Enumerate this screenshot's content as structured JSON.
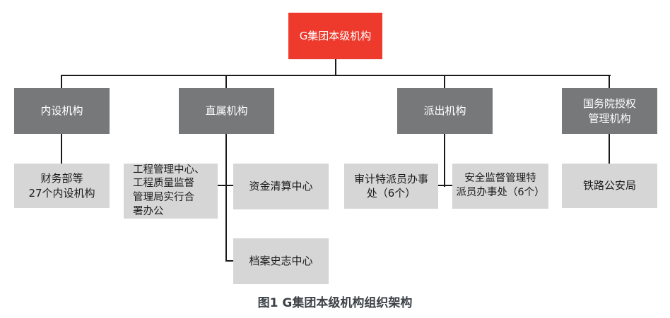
{
  "figure": {
    "caption": "图1 G集团本级机构组织架构"
  },
  "colors": {
    "root_bg": "#ed3a2d",
    "branch_bg": "#77787a",
    "leaf_bg": "#d6d6d6",
    "line": "#1a1a1a",
    "caption_text": "#3d4247",
    "leaf_text": "#1c1c1c"
  },
  "org": {
    "root": {
      "label": "G集团本级机构"
    },
    "branches": [
      {
        "label": "内设机构",
        "children": [
          {
            "label": "财务部等\n27个内设机构"
          }
        ]
      },
      {
        "label": "直属机构",
        "children": [
          {
            "label": "工程管理中心、\n工程质量监督\n管理局实行合\n署办公"
          },
          {
            "label": "资金清算中心"
          },
          {
            "label": "档案史志中心"
          }
        ]
      },
      {
        "label": "派出机构",
        "children": [
          {
            "label": "审计特派员办事\n处（6个）"
          },
          {
            "label": "安全监督管理特\n派员办事处（6个）"
          }
        ]
      },
      {
        "label": "国务院授权\n管理机构",
        "children": [
          {
            "label": "铁路公安局"
          }
        ]
      }
    ]
  }
}
